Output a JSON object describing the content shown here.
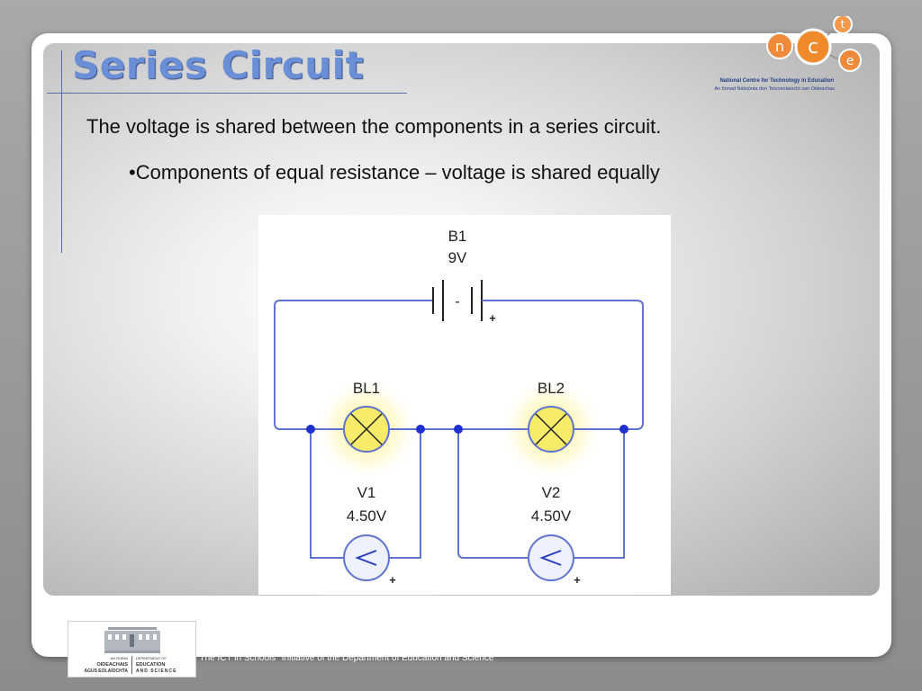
{
  "slide": {
    "title": "Series Circuit",
    "line1": "The voltage is shared between the components in a series circuit.",
    "bullet": "•Components of equal resistance – voltage is shared equally"
  },
  "logo": {
    "letters": [
      "n",
      "c",
      "t",
      "e"
    ],
    "line1": "National Centre for Technology in Education",
    "line2": "An tIonad Náisiúnta don Teicneolaíocht san Oideachas"
  },
  "circuit": {
    "battery": {
      "name": "B1",
      "value": "9V",
      "plus": "+",
      "minus": "-"
    },
    "bulb1": {
      "name": "BL1"
    },
    "bulb2": {
      "name": "BL2"
    },
    "meter1": {
      "name": "V1",
      "value": "4.50V",
      "plus": "+"
    },
    "meter2": {
      "name": "V2",
      "value": "4.50V",
      "plus": "+"
    },
    "colors": {
      "wire": "#5f73cf",
      "bulb_fill": "#f6ec6a",
      "glow": "#fff6b0",
      "meter_fill": "#eef0fb"
    }
  },
  "footer": {
    "text": "\"The ICT in Schools\" Initiative of the Department of Education and Science",
    "logo_left_1": "AN ROINN",
    "logo_left_2": "OIDEACHAIS",
    "logo_left_3": "AGUS EOLAÍOCHTA",
    "logo_right_1": "DEPARTMENT OF",
    "logo_right_2": "EDUCATION",
    "logo_right_3": "AND SCIENCE"
  }
}
